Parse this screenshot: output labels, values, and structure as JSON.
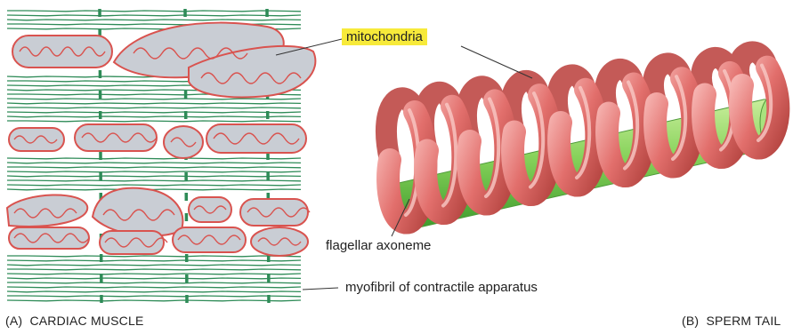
{
  "labels": {
    "mitochondria": "mitochondria",
    "flagellar_axoneme": "flagellar axoneme",
    "myofibril": "myofibril of contractile apparatus"
  },
  "captions": {
    "a_letter": "(A)",
    "a_text": "CARDIAC MUSCLE",
    "b_letter": "(B)",
    "b_text": "SPERM TAIL"
  },
  "colors": {
    "myofibril_green": "#2e8b57",
    "mito_outline": "#d9534f",
    "mito_fill": "#c9cdd4",
    "mito_tube": "#e48080",
    "axoneme": "#7ccf4f",
    "highlight": "#f7ea3a"
  }
}
